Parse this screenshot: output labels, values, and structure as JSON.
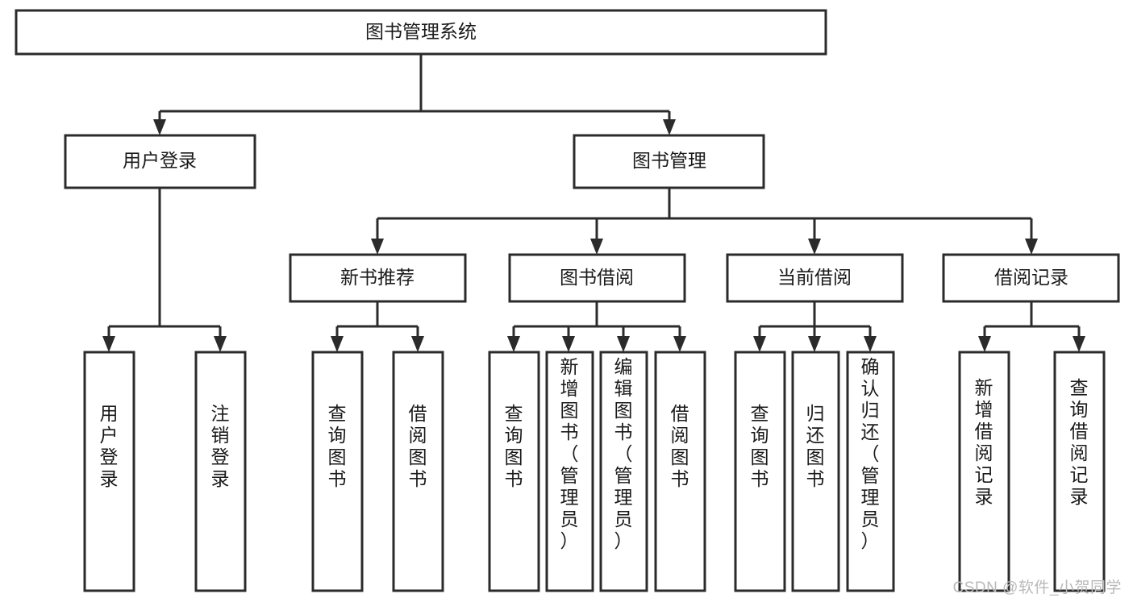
{
  "diagram": {
    "title": "图书管理系统",
    "type": "tree",
    "orientation": "top-down",
    "colors": {
      "box_fill": "#ffffff",
      "box_stroke": "#2b2b2b",
      "label_text": "#1a1a1a",
      "connector": "#2b2b2b",
      "background": "#ffffff",
      "watermark": "#b9b9b9"
    }
  },
  "watermark": {
    "text": "CSDN @软件_小贺同学"
  },
  "nodes": {
    "root": {
      "id": "root",
      "label": "图书管理系统",
      "level": 1,
      "orientation": "horizontal"
    },
    "level2": [
      {
        "id": "user-login",
        "label": "用户登录",
        "level": 2,
        "orientation": "horizontal"
      },
      {
        "id": "book-management",
        "label": "图书管理",
        "level": 2,
        "orientation": "horizontal"
      }
    ],
    "level3": [
      {
        "id": "new-book-recommend",
        "label": "新书推荐",
        "level": 3,
        "orientation": "horizontal"
      },
      {
        "id": "book-borrow",
        "label": "图书借阅",
        "level": 3,
        "orientation": "horizontal"
      },
      {
        "id": "current-borrow",
        "label": "当前借阅",
        "level": 3,
        "orientation": "horizontal"
      },
      {
        "id": "borrow-record",
        "label": "借阅记录",
        "level": 3,
        "orientation": "horizontal"
      }
    ],
    "leaves": [
      {
        "id": "leaf-user-login",
        "label": "用户登录",
        "parent": "user-login",
        "level": 3,
        "orientation": "vertical"
      },
      {
        "id": "leaf-user-logout",
        "label": "注销登录",
        "parent": "user-login",
        "level": 3,
        "orientation": "vertical"
      },
      {
        "id": "leaf-query-book-1",
        "label": "查询图书",
        "parent": "new-book-recommend",
        "level": 4,
        "orientation": "vertical"
      },
      {
        "id": "leaf-borrow-book-1",
        "label": "借阅图书",
        "parent": "new-book-recommend",
        "level": 4,
        "orientation": "vertical"
      },
      {
        "id": "leaf-query-book-2",
        "label": "查询图书",
        "parent": "book-borrow",
        "level": 4,
        "orientation": "vertical"
      },
      {
        "id": "leaf-add-book",
        "label": "新增图书（管理员）",
        "parent": "book-borrow",
        "level": 4,
        "orientation": "vertical"
      },
      {
        "id": "leaf-edit-book",
        "label": "编辑图书（管理员）",
        "parent": "book-borrow",
        "level": 4,
        "orientation": "vertical"
      },
      {
        "id": "leaf-borrow-book-2",
        "label": "借阅图书",
        "parent": "book-borrow",
        "level": 4,
        "orientation": "vertical"
      },
      {
        "id": "leaf-query-book-3",
        "label": "查询图书",
        "parent": "current-borrow",
        "level": 4,
        "orientation": "vertical"
      },
      {
        "id": "leaf-return-book",
        "label": "归还图书",
        "parent": "current-borrow",
        "level": 4,
        "orientation": "vertical"
      },
      {
        "id": "leaf-confirm-return",
        "label": "确认归还（管理员）",
        "parent": "current-borrow",
        "level": 4,
        "orientation": "vertical"
      },
      {
        "id": "leaf-add-record",
        "label": "新增借阅记录",
        "parent": "borrow-record",
        "level": 4,
        "orientation": "vertical"
      },
      {
        "id": "leaf-query-record",
        "label": "查询借阅记录",
        "parent": "borrow-record",
        "level": 4,
        "orientation": "vertical"
      }
    ]
  },
  "edges": [
    {
      "from": "root",
      "to": "user-login"
    },
    {
      "from": "root",
      "to": "book-management"
    },
    {
      "from": "user-login",
      "to": "leaf-user-login"
    },
    {
      "from": "user-login",
      "to": "leaf-user-logout"
    },
    {
      "from": "book-management",
      "to": "new-book-recommend"
    },
    {
      "from": "book-management",
      "to": "book-borrow"
    },
    {
      "from": "book-management",
      "to": "current-borrow"
    },
    {
      "from": "book-management",
      "to": "borrow-record"
    },
    {
      "from": "new-book-recommend",
      "to": "leaf-query-book-1"
    },
    {
      "from": "new-book-recommend",
      "to": "leaf-borrow-book-1"
    },
    {
      "from": "book-borrow",
      "to": "leaf-query-book-2"
    },
    {
      "from": "book-borrow",
      "to": "leaf-add-book"
    },
    {
      "from": "book-borrow",
      "to": "leaf-edit-book"
    },
    {
      "from": "book-borrow",
      "to": "leaf-borrow-book-2"
    },
    {
      "from": "current-borrow",
      "to": "leaf-query-book-3"
    },
    {
      "from": "current-borrow",
      "to": "leaf-return-book"
    },
    {
      "from": "current-borrow",
      "to": "leaf-confirm-return"
    },
    {
      "from": "borrow-record",
      "to": "leaf-add-record"
    },
    {
      "from": "borrow-record",
      "to": "leaf-query-record"
    }
  ]
}
